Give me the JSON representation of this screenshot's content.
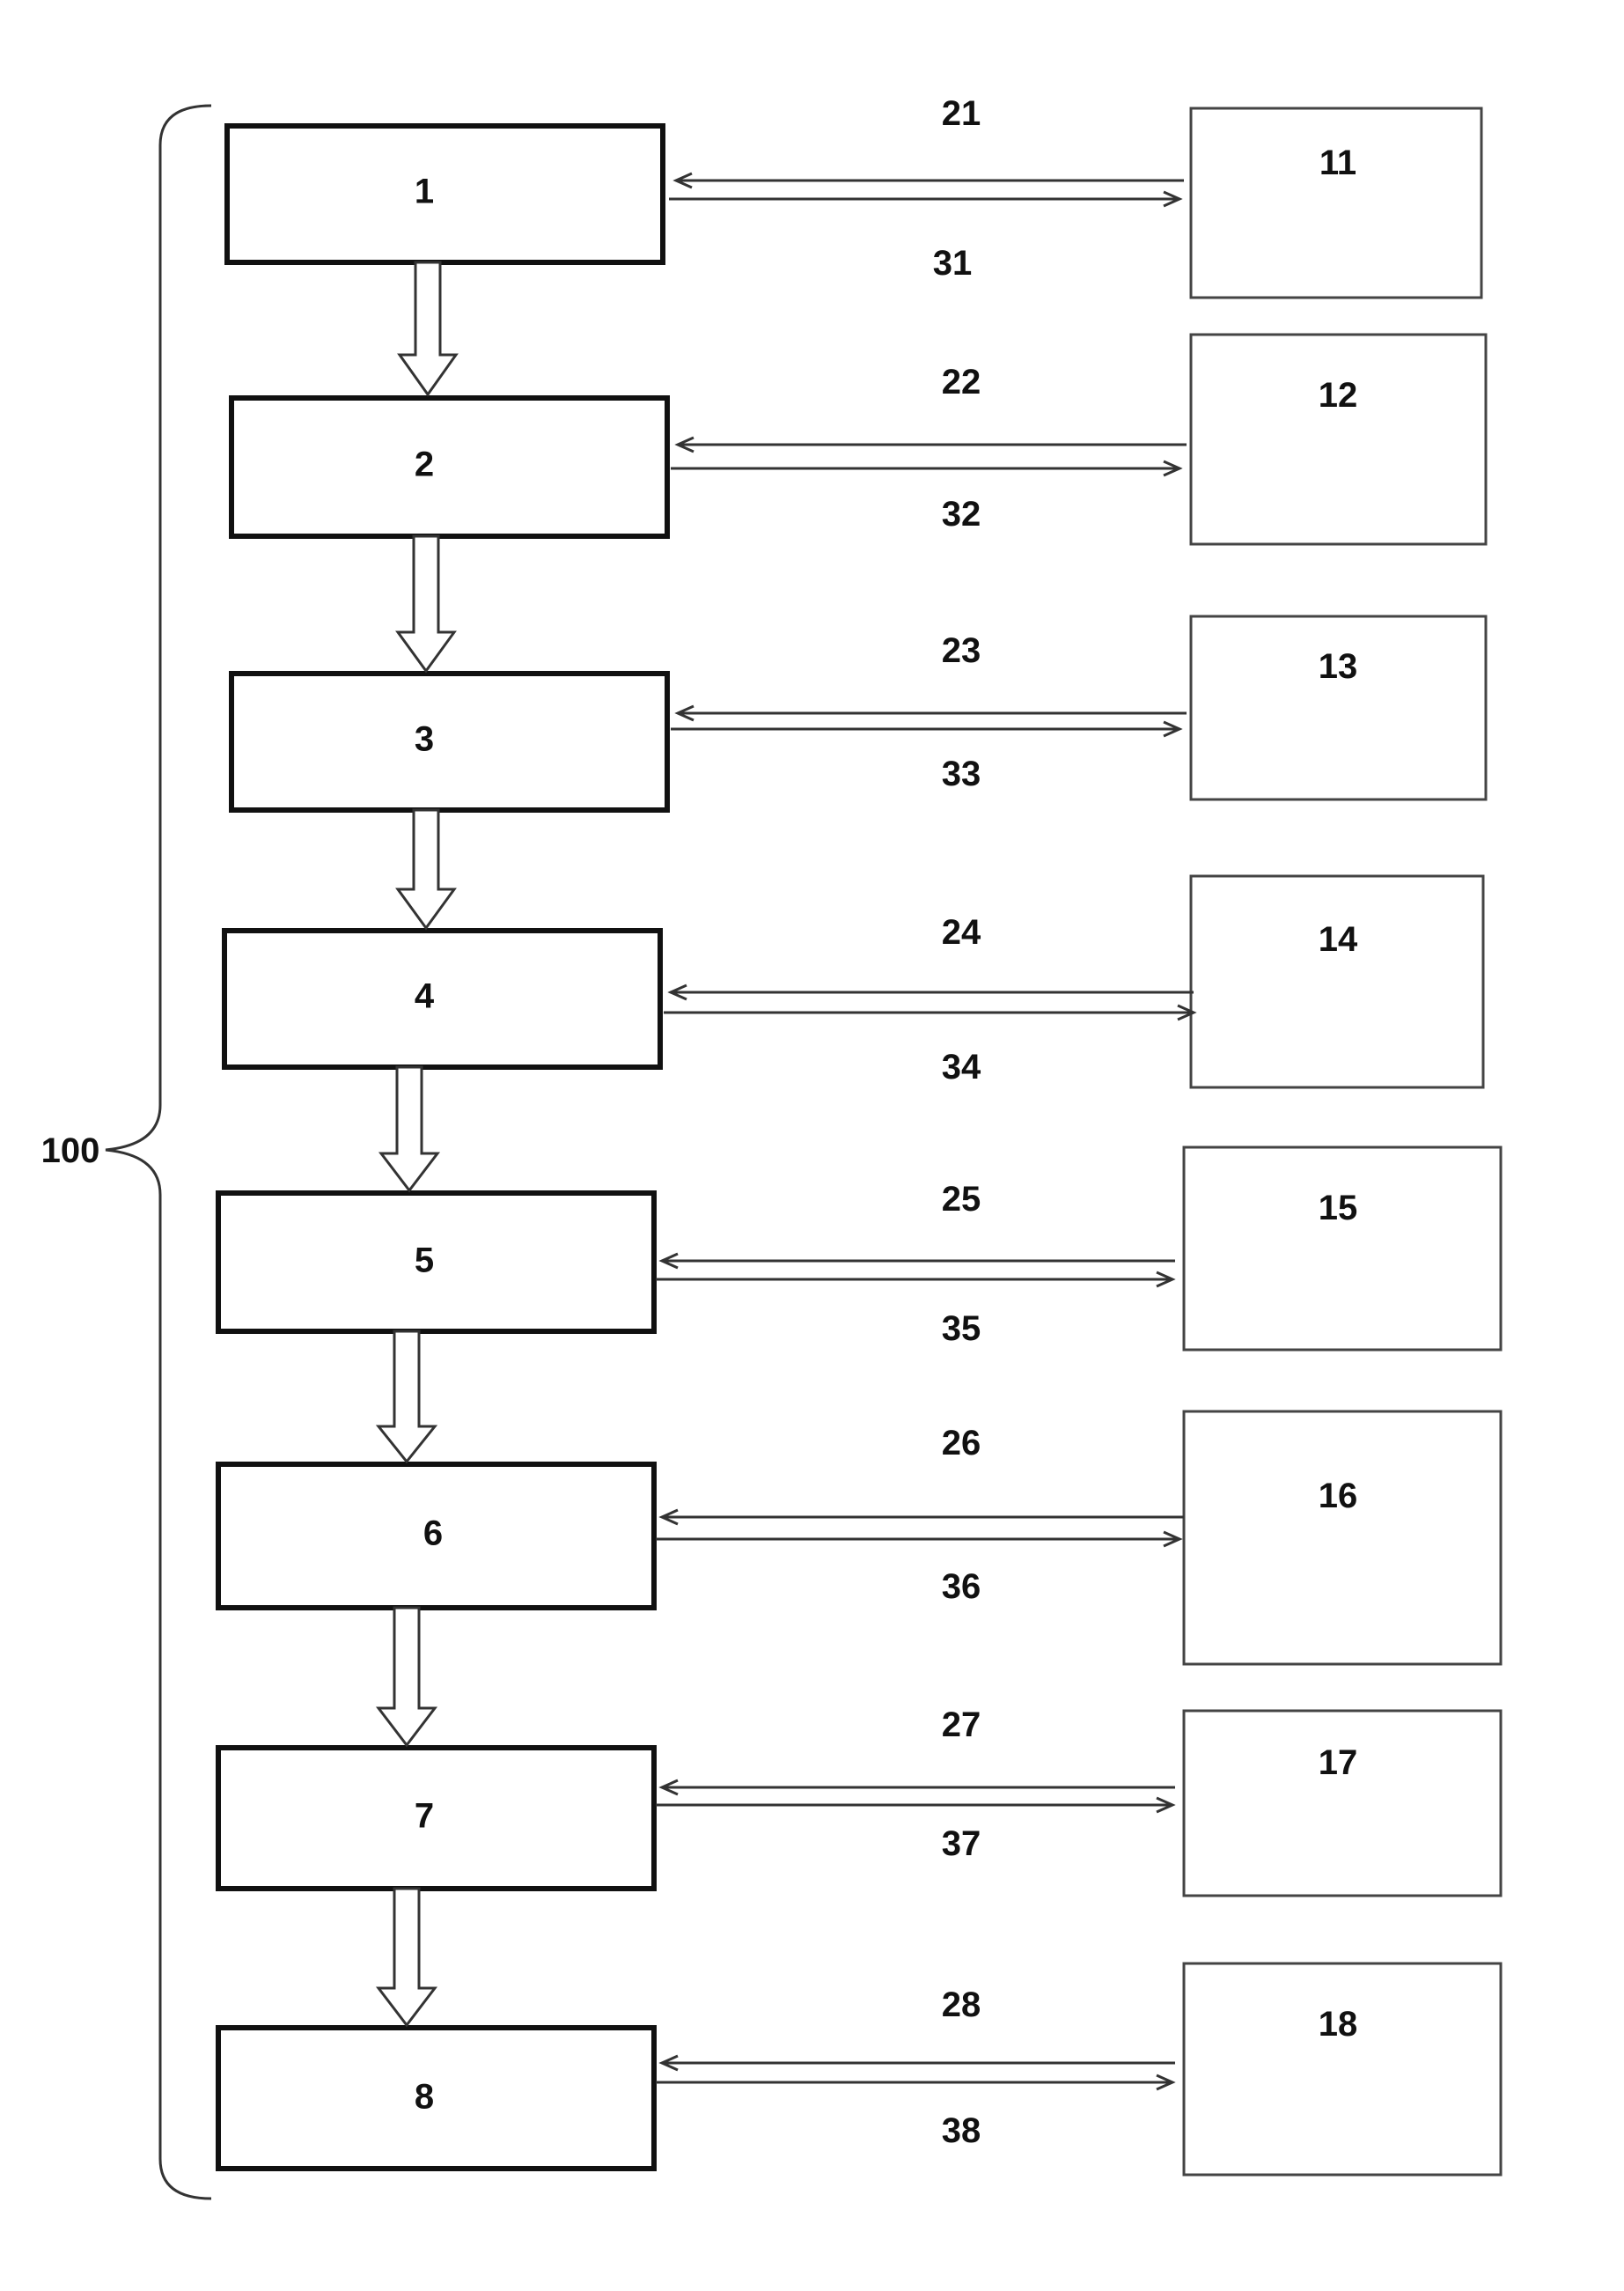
{
  "diagram": {
    "group_label": "100",
    "main_boxes": [
      "1",
      "2",
      "3",
      "4",
      "5",
      "6",
      "7",
      "8"
    ],
    "side_boxes": [
      "11",
      "12",
      "13",
      "14",
      "15",
      "16",
      "17",
      "18"
    ],
    "incoming_labels": [
      "21",
      "22",
      "23",
      "24",
      "25",
      "26",
      "27",
      "28"
    ],
    "outgoing_labels": [
      "31",
      "32",
      "33",
      "34",
      "35",
      "36",
      "37",
      "38"
    ]
  }
}
